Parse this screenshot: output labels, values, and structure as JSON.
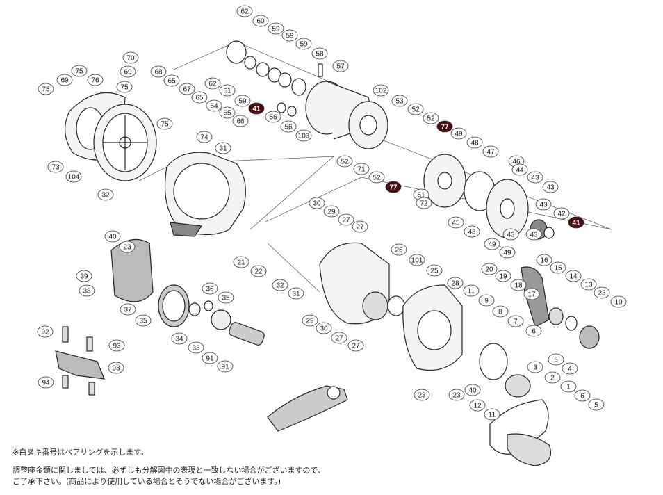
{
  "notes": {
    "bearing_note": "※白ヌキ番号はベアリングを示します。",
    "shim_note_1": "調整座金類に関しましては、必ずしも分解図中の表現と一致しない場合がございますので、",
    "shim_note_2": "ご了承下さい。(商品により使用している場合とそうでない場合がございます。)"
  },
  "bearing_parts": [
    "41",
    "77"
  ],
  "callouts": [
    "62",
    "60",
    "59",
    "59",
    "59",
    "58",
    "57",
    "62",
    "61",
    "59",
    "41",
    "56",
    "56",
    "103",
    "102",
    "53",
    "52",
    "52",
    "77",
    "49",
    "48",
    "47",
    "46",
    "44",
    "43",
    "43",
    "43",
    "42",
    "41",
    "43",
    "43",
    "45",
    "43",
    "49",
    "49",
    "77",
    "51",
    "52",
    "52",
    "71",
    "72",
    "70",
    "69",
    "68",
    "65",
    "67",
    "65",
    "64",
    "65",
    "66",
    "75",
    "74",
    "75",
    "76",
    "69",
    "75",
    "75",
    "73",
    "104",
    "32",
    "31",
    "30",
    "29",
    "27",
    "27",
    "26",
    "101",
    "25",
    "28",
    "27",
    "27",
    "29",
    "30",
    "31",
    "32",
    "22",
    "21",
    "20",
    "19",
    "18",
    "17",
    "16",
    "15",
    "14",
    "13",
    "23",
    "10",
    "11",
    "9",
    "8",
    "7",
    "6",
    "5",
    "4",
    "3",
    "2",
    "1",
    "6",
    "5",
    "12",
    "11",
    "23",
    "40",
    "23",
    "40",
    "23",
    "39",
    "38",
    "37",
    "35",
    "36",
    "35",
    "34",
    "33",
    "91",
    "91",
    "92",
    "93",
    "93",
    "94"
  ]
}
